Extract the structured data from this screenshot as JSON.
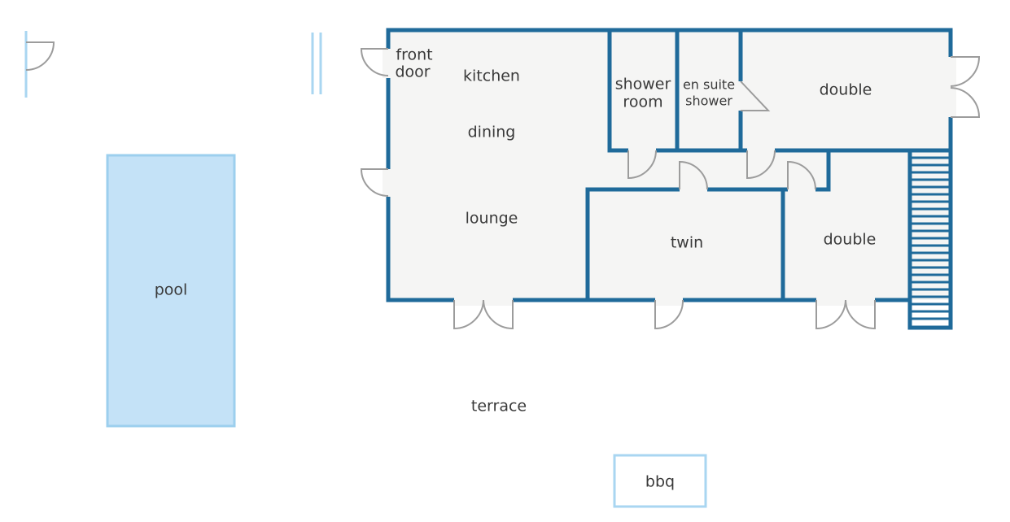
{
  "colors": {
    "wall": "#1f6a9a",
    "floor": "#f5f5f4",
    "pool_fill": "#c4e2f7",
    "pool_edge": "#9ccfee",
    "outline_light": "#a9d6f1",
    "door": "#9c9c9c",
    "text": "#3a3a3a",
    "background": "#ffffff"
  },
  "labels": {
    "front_door_line1": "front",
    "front_door_line2": "door",
    "kitchen": "kitchen",
    "dining": "dining",
    "lounge": "lounge",
    "shower_room_line1": "shower",
    "shower_room_line2": "room",
    "en_suite_line1": "en suite",
    "en_suite_line2": "shower",
    "double_top": "double",
    "twin": "twin",
    "double_bottom": "double",
    "pool": "pool",
    "terrace": "terrace",
    "bbq": "bbq"
  }
}
